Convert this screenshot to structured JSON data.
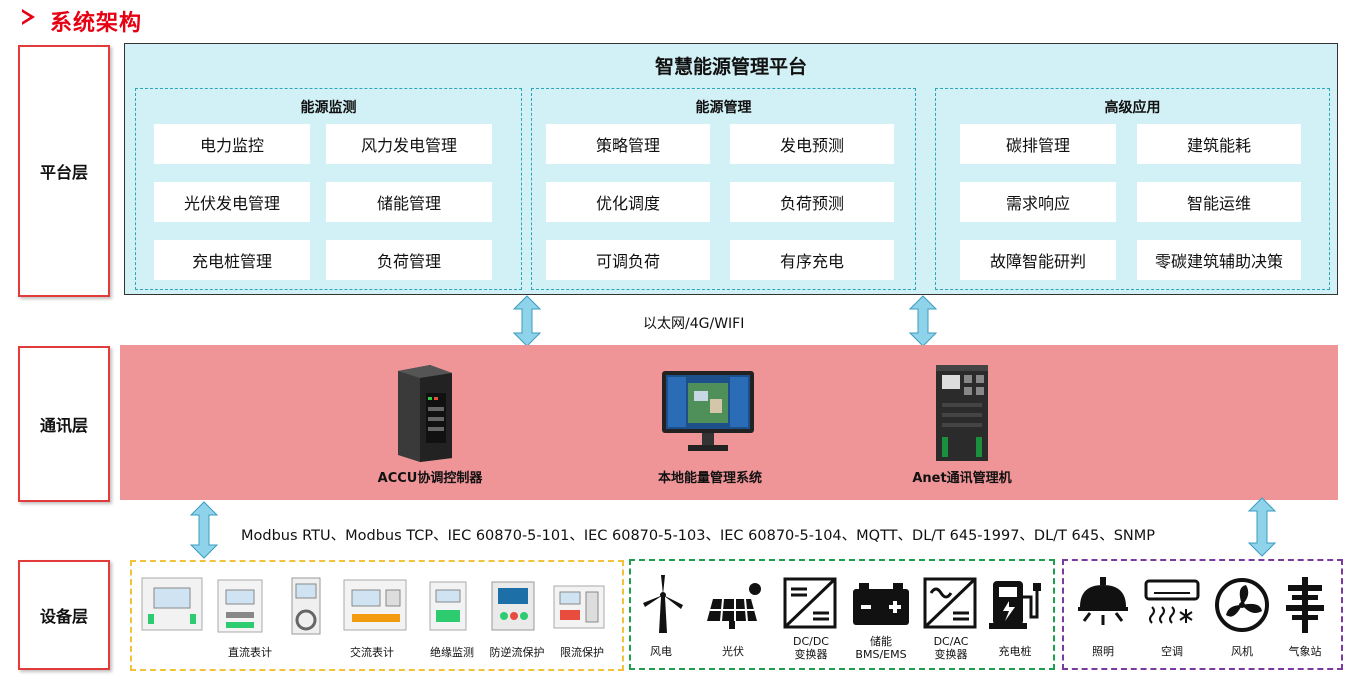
{
  "page_title": "系统架构",
  "layers": {
    "platform": "平台层",
    "comm": "通讯层",
    "device": "设备层"
  },
  "platform": {
    "title": "智慧能源管理平台",
    "groups": [
      {
        "title": "能源监测",
        "items": [
          "电力监控",
          "风力发电管理",
          "光伏发电管理",
          "储能管理",
          "充电桩管理",
          "负荷管理"
        ]
      },
      {
        "title": "能源管理",
        "items": [
          "策略管理",
          "发电预测",
          "优化调度",
          "负荷预测",
          "可调负荷",
          "有序充电"
        ]
      },
      {
        "title": "高级应用",
        "items": [
          "碳排管理",
          "建筑能耗",
          "需求响应",
          "智能运维",
          "故障智能研判",
          "零碳建筑辅助决策"
        ]
      }
    ]
  },
  "network_label": "以太网/4G/WIFI",
  "protocols": "Modbus RTU、Modbus TCP、IEC 60870-5-101、IEC 60870-5-103、IEC 60870-5-104、MQTT、DL/T 645-1997、DL/T 645、SNMP",
  "comm_devices": [
    "ACCU协调控制器",
    "本地能量管理系统",
    "Anet通讯管理机"
  ],
  "devices": {
    "meters": [
      "直流表计",
      "交流表计",
      "绝缘监测",
      "防逆流保护",
      "限流保护"
    ],
    "energy": [
      "风电",
      "光伏",
      "DC/DC\n变换器",
      "储能\nBMS/EMS",
      "DC/AC\n变换器",
      "充电桩"
    ],
    "loads": [
      "照明",
      "空调",
      "风机",
      "气象站"
    ]
  },
  "icons": [
    "arrow-right-icon",
    "double-arrow-icon",
    "controller-device-icon",
    "monitor-icon",
    "gateway-device-icon",
    "meter-icon",
    "wind-turbine-icon",
    "solar-panel-icon",
    "dcdc-converter-icon",
    "battery-icon",
    "dcac-converter-icon",
    "charging-pile-icon",
    "lamp-icon",
    "air-conditioner-icon",
    "fan-icon",
    "weather-station-icon"
  ],
  "colors": {
    "title": "#e60012",
    "platform_bg": "#d2f1f6",
    "comm_bg": "#ef9598",
    "dash_cyan": "#2aa6b6",
    "arrow": "#8fd3ea"
  }
}
